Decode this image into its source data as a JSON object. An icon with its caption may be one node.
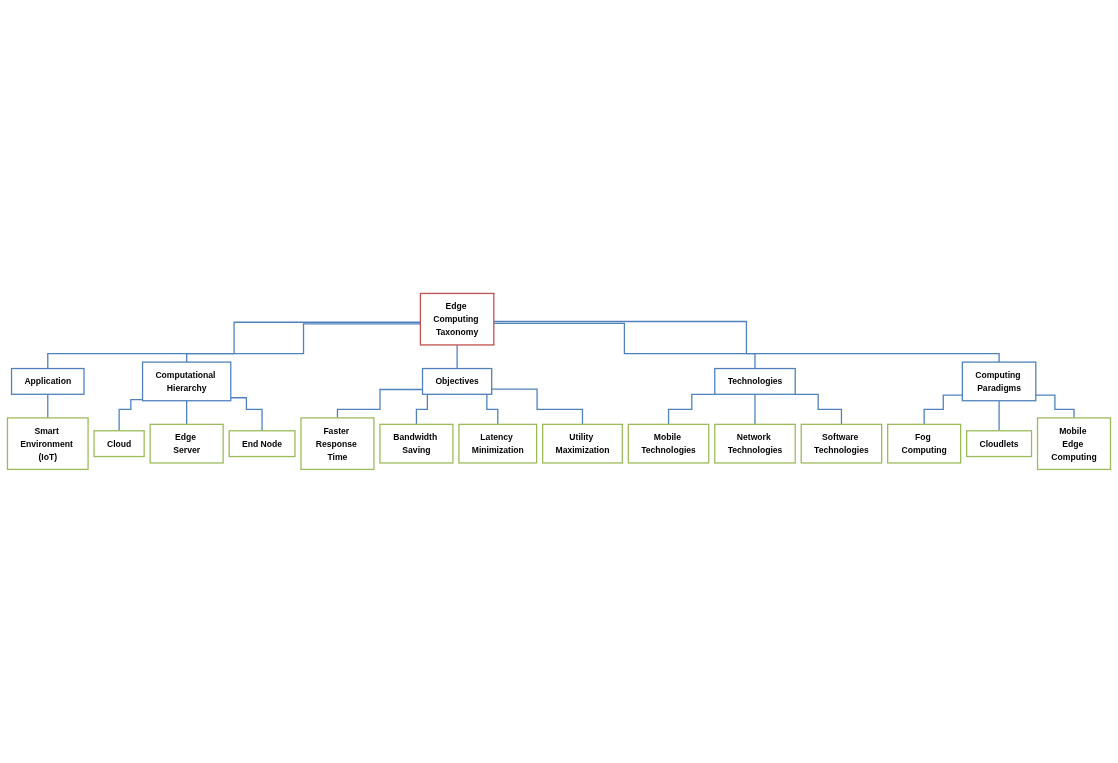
{
  "diagram": {
    "nodes": [
      {
        "text": [
          "Edge Computing Taxonomy"
        ]
      },
      {
        "text": [
          "Application"
        ]
      },
      {
        "text": [
          "Computational Hierarchy"
        ]
      },
      {
        "text": [
          "Objectives"
        ]
      },
      {
        "text": [
          "Technologies"
        ]
      },
      {
        "text": [
          "Computing Paradigms"
        ]
      },
      {
        "text": [
          "Smart Environment (IoT)"
        ]
      },
      {
        "text": [
          "Cloud"
        ]
      },
      {
        "text": [
          "Edge Server"
        ]
      },
      {
        "text": [
          "End Node"
        ]
      },
      {
        "text": [
          "Faster Response Time"
        ]
      },
      {
        "text": [
          "Bandwidth Saving"
        ]
      },
      {
        "text": [
          "Latency Minimization"
        ]
      },
      {
        "text": [
          "Utility Maximization"
        ]
      },
      {
        "text": [
          "Mobile Technologies"
        ]
      },
      {
        "text": [
          "Network Technologies"
        ]
      },
      {
        "text": [
          "Software Technologies"
        ]
      },
      {
        "text": [
          "Fog Computing"
        ]
      },
      {
        "text": [
          "Cloudlets"
        ]
      },
      {
        "text": [
          "Mobile Edge Computing"
        ]
      }
    ],
    "edges": [
      {
        "from": 0,
        "to": 1,
        "arrow": "none"
      },
      {
        "from": 0,
        "to": 2,
        "arrow": "none"
      },
      {
        "from": 0,
        "to": 3,
        "arrow": "none"
      },
      {
        "from": 0,
        "to": 4,
        "arrow": "none"
      },
      {
        "from": 0,
        "to": 5,
        "arrow": "none"
      },
      {
        "from": 1,
        "to": 6,
        "arrow": "none"
      },
      {
        "from": 2,
        "to": 7,
        "arrow": "none"
      },
      {
        "from": 2,
        "to": 8,
        "arrow": "none"
      },
      {
        "from": 2,
        "to": 9,
        "arrow": "none"
      },
      {
        "from": 3,
        "to": 10,
        "arrow": "none"
      },
      {
        "from": 3,
        "to": 11,
        "arrow": "none"
      },
      {
        "from": 3,
        "to": 12,
        "arrow": "none"
      },
      {
        "from": 3,
        "to": 13,
        "arrow": "none"
      },
      {
        "from": 4,
        "to": 14,
        "arrow": "none"
      },
      {
        "from": 4,
        "to": 15,
        "arrow": "none"
      },
      {
        "from": 4,
        "to": 16,
        "arrow": "none"
      },
      {
        "from": 5,
        "to": 17,
        "arrow": "none"
      },
      {
        "from": 5,
        "to": 18,
        "arrow": "none"
      },
      {
        "from": 5,
        "to": 19,
        "arrow": "none"
      }
    ]
  }
}
